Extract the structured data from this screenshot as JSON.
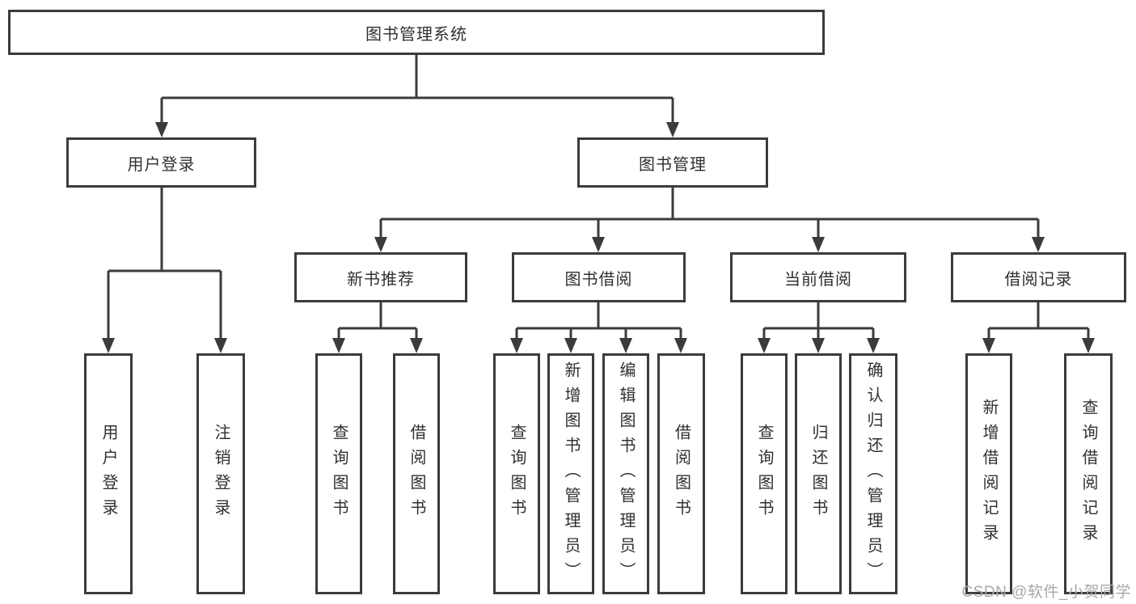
{
  "nodes": {
    "root": "图书管理系统",
    "userLogin": "用户登录",
    "bookMgmt": "图书管理",
    "newBookRec": "新书推荐",
    "bookBorrow": "图书借阅",
    "currentBorrow": "当前借阅",
    "borrowRecords": "借阅记录",
    "userLoginLeaf": "用户登录",
    "logoutLeaf": "注销登录",
    "queryBooks1": "查询图书",
    "borrowBooks1": "借阅图书",
    "queryBooks2": "查询图书",
    "addBooksAdmin": "新增图书（管理员）",
    "editBooksAdmin": "编辑图书（管理员）",
    "borrowBooks2": "借阅图书",
    "queryBooks3": "查询图书",
    "returnBooks": "归还图书",
    "confirmReturnAdmin": "确认归还（管理员）",
    "addBorrowRecord": "新增借阅记录",
    "queryBorrowRecord": "查询借阅记录"
  },
  "watermark": "CSDN @软件_小贺同学",
  "colors": {
    "line": "#3b3b3b",
    "text": "#303030",
    "background": "#ffffff",
    "watermark": "#a8a8a8"
  }
}
